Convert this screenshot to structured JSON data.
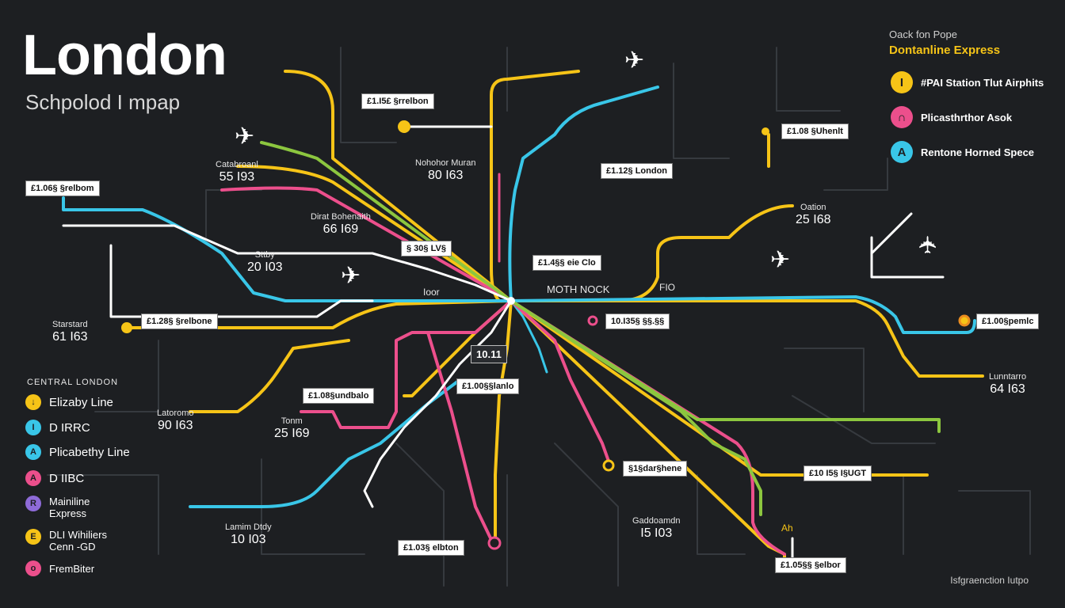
{
  "title": "London",
  "subtitle": "Schpolod I mpap",
  "top_legend": {
    "heading": "Oack fon Pope",
    "subheading": "Dontanline Express",
    "items": [
      {
        "label": "#PAI Station Tlut Airphits",
        "color": "#f6c417"
      },
      {
        "label": "Plicasthrthor Asok",
        "color": "#ec4f8c"
      },
      {
        "label": "Rentone Horned Spece",
        "color": "#39c6e8"
      }
    ]
  },
  "side_legend": {
    "heading": "CENTRAL LONDON",
    "items": [
      {
        "label": "Elizaby Line",
        "color": "#f6c417",
        "glyph": "↓"
      },
      {
        "label": "D IRRC",
        "color": "#39c6e8",
        "glyph": "I"
      },
      {
        "label": "Plicabethy Line",
        "color": "#39c6e8",
        "glyph": "A"
      },
      {
        "label": "D IIBC",
        "color": "#ec4f8c",
        "glyph": "A"
      },
      {
        "label": "Mainiline Express",
        "color": "#8e6bd8",
        "glyph": "R"
      },
      {
        "label": "DLI Wihiliers Cenn -GD",
        "color": "#f6c417",
        "glyph": "E"
      },
      {
        "label": "FremBiter",
        "color": "#ec4f8c",
        "glyph": "o"
      }
    ]
  },
  "stations": [
    {
      "name": "Catabroanl",
      "value": "55 I93"
    },
    {
      "name": "Nohohor Muran",
      "value": "80 I63"
    },
    {
      "name": "Dirat Bohenaith",
      "value": "66 I69"
    },
    {
      "name": "Sttby",
      "value": "20 I03"
    },
    {
      "name": "Starstard",
      "value": "61 I63"
    },
    {
      "name": "Latoromo",
      "value": "90 I63"
    },
    {
      "name": "Tonm",
      "value": "25 I69"
    },
    {
      "name": "Lamim Dtdy",
      "value": "10 I03"
    },
    {
      "name": "Gaddoamdn",
      "value": "I5 I03"
    },
    {
      "name": "Oation",
      "value": "25 I68"
    },
    {
      "name": "Lunntarro",
      "value": "64 I63"
    }
  ],
  "tags": [
    "£1.I5£ §rrelbon",
    "£1.06§ §relbom",
    "£1.08 §Uhenlt",
    "£1.12§ London",
    "§ 30§ LV§",
    "£1.4§§ eie Clo",
    "£1.28§ §relbone",
    "10.I35§ §§.§§",
    "£1.00§pemlc",
    "£1.08§undbalo",
    "£1.00§§lanlo",
    "§1§dar§hene",
    "£10 I5§ I§UGT",
    "£1.03§ elbton",
    "£1.05§§ §elbor"
  ],
  "center_box": "10.11",
  "labels": {
    "moth_nock": "MOTH NOCK",
    "ioor": "Ioor",
    "fio": "FIO",
    "ah": "Ah"
  },
  "footer": "Isfgraenction Iutpo"
}
